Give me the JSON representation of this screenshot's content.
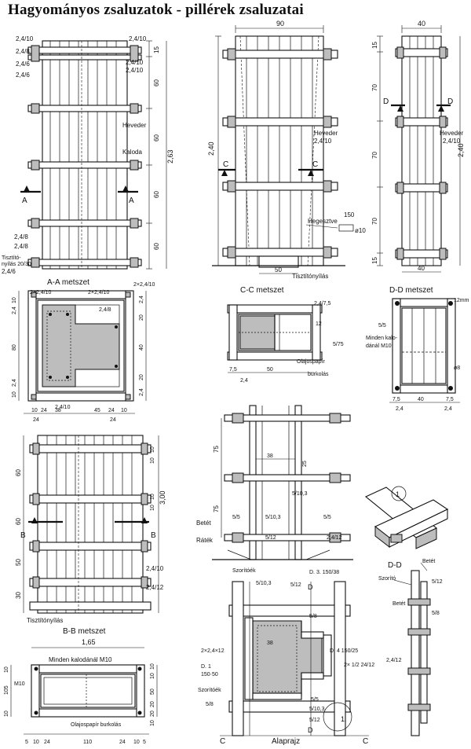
{
  "title": "Hagyományos zsaluzatok - pillérek zsaluzatai",
  "front": {
    "labels": [
      "2,4/10",
      "2,4/10",
      "2,4/8",
      "2,4/10",
      "2,4/10",
      "2,4/6",
      "2,4/6",
      "Heveder",
      "Kaloda",
      "2,4/8",
      "2,4/8",
      "Tisztító-",
      "nyílás 20/30",
      "2,4/6"
    ],
    "dims": [
      "15",
      "60",
      "60",
      "60",
      "60",
      "2,63"
    ],
    "section_marks": [
      "A",
      "A"
    ]
  },
  "cc_elev": {
    "top_dim": "90",
    "labels": [
      "Heveder",
      "2,4/10",
      "Hegesztve",
      "150",
      "ø10",
      "Tisztítónyílás"
    ],
    "dims": [
      "2,40",
      "50"
    ],
    "section_marks": [
      "C",
      "C"
    ]
  },
  "dd_elev": {
    "top_dim": "40",
    "labels": [
      "Heveder",
      "2,4/10"
    ],
    "dims": [
      "15",
      "70",
      "70",
      "70",
      "15",
      "2,40",
      "40"
    ],
    "section_marks": [
      "D",
      "D"
    ]
  },
  "aa_section": {
    "title": "A-A  metszet",
    "labels": [
      "2×2,4/10",
      "2×2,4/10",
      "2×2,4/10",
      "2,4/8",
      "2,4/10"
    ],
    "dims_left": [
      "10",
      "2,4",
      "80",
      "2,4",
      "10"
    ],
    "dims_right": [
      "2,4",
      "20",
      "40",
      "20",
      "2,4"
    ],
    "dims_bottom": [
      "10",
      "24",
      "38",
      "45",
      "24",
      "10",
      "24",
      "24"
    ]
  },
  "cc_section": {
    "title": "C-C  metszet",
    "labels": [
      "2,4/7,5",
      "12",
      "5/75",
      "Olajospapír",
      "burkolás"
    ],
    "dims_bottom": [
      "7,5",
      "50",
      "2,4"
    ]
  },
  "dd_section": {
    "title": "D-D metszet",
    "labels": [
      "12mm",
      "5/5",
      "Minden kalo-",
      "dánál M10",
      "ø8"
    ],
    "dims_bottom": [
      "7,5",
      "40",
      "7,5",
      "2,4",
      "2,4"
    ]
  },
  "bb_elev": {
    "title": "B-B  metszet",
    "labels": [
      "2,4/10",
      "2,4/12",
      "Tisztítónyílás"
    ],
    "dims": [
      "60",
      "60",
      "50",
      "30",
      "10",
      "10",
      "10",
      "10",
      "3,00"
    ],
    "section_marks": [
      "B",
      "B"
    ]
  },
  "bb_section": {
    "top_dim": "1,65",
    "labels": [
      "Minden kalodánál  M10",
      "M10",
      "Olajospapír burkolás"
    ],
    "dims_left": [
      "10",
      "105",
      "10"
    ],
    "dims_right": [
      "10",
      "10",
      "50",
      "20",
      "20",
      "10"
    ],
    "dims_bottom": [
      "5",
      "10",
      "24",
      "110",
      "24",
      "10",
      "5"
    ]
  },
  "detail_elev": {
    "labels": [
      "38",
      "25",
      "5/10,3",
      "5/10,3",
      "5/5",
      "5/5",
      "5/12",
      "2,4/12",
      "Betét",
      "Ráték"
    ],
    "dims": [
      "75",
      "75"
    ]
  },
  "detail_iso": {
    "circle": "1",
    "caption": "D-D"
  },
  "plan": {
    "caption": "Alaprajz",
    "labels": [
      "Szorítóék",
      "5/10,3",
      "D",
      "5/12",
      "D. 3. 150/38",
      "5/8",
      "2×2,4×12",
      "D. 1",
      "150·50",
      "38",
      "D. 4 150/25",
      "2× 1/2  24/12",
      "Szorítóék",
      "5/8",
      "5/5",
      "5/10,3",
      "5/12",
      "1.",
      "D",
      "C",
      "C"
    ]
  },
  "side_detail": {
    "labels": [
      "Betét",
      "Szorító",
      "5/12",
      "Betét",
      "5/8",
      "2,4/12"
    ]
  }
}
